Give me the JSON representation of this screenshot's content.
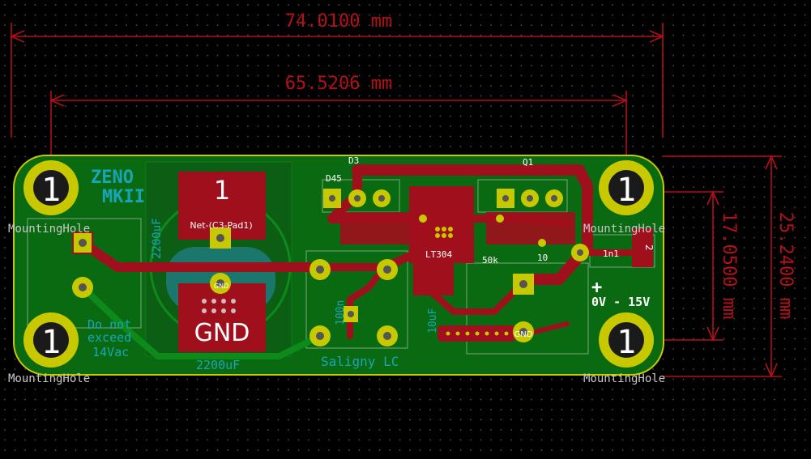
{
  "dimensions": {
    "overall_width": "74.0100 mm",
    "hole_spacing_x": "65.5206 mm",
    "hole_spacing_y": "17.0500 mm",
    "overall_height": "25.2400 mm"
  },
  "silkscreen": {
    "title_line1": "ZENO",
    "title_line2": "MKII",
    "warning_line1": "Do not",
    "warning_line2": "exceed",
    "warning_line3": "14Vac",
    "cap_value_bottom": "2200uF",
    "cap_value_side": "2200uF",
    "filter_label": "Saligny LC",
    "output_label": "0V - 15V",
    "plus_sign": "+",
    "cap_10uf": "10uF",
    "cap_100n": "100n",
    "ref_d3": "D3",
    "ref_d4": "D45",
    "ref_q1": "Q1",
    "ref_lt": "LT304",
    "ref_50k": "50k",
    "ref_1n1": "1n1",
    "ref_10": "10"
  },
  "pads": {
    "big_pad_number": "1",
    "net_label": "Net-(C3-Pad1)",
    "gnd_label": "GND",
    "gnd_small": "GND",
    "gnd_small_right": "GND",
    "pad_2": "2",
    "pad_bottom_gnd_right": "GND"
  },
  "mounting_holes": {
    "label": "MountingHole",
    "pad_number": "1"
  },
  "colors": {
    "background": "#000000",
    "grid_dot": "#4a4a4a",
    "board_green": "#0a6a12",
    "copper_red": "#a0101c",
    "pad_yellow": "#c8c800",
    "dimension_red": "#b50f17",
    "silk_cyan": "#19a5b8",
    "outline_yellow": "#c8c800"
  }
}
